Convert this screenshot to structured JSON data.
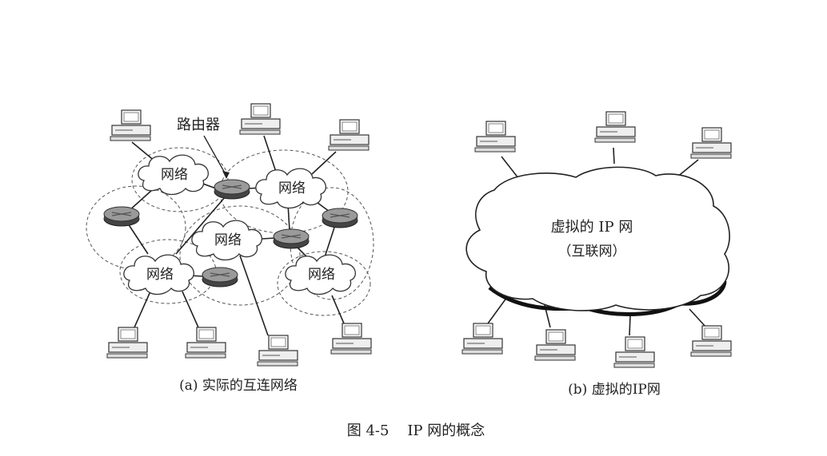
{
  "diagram_a": {
    "router_label": "路由器",
    "network_label": "网络",
    "caption": "(a) 实际的互连网络"
  },
  "diagram_b": {
    "cloud_line1": "虚拟的 IP 网",
    "cloud_line2": "（互联网）",
    "caption": "(b) 虚拟的IP网"
  },
  "figure_caption": "图 4-5    IP 网的概念"
}
